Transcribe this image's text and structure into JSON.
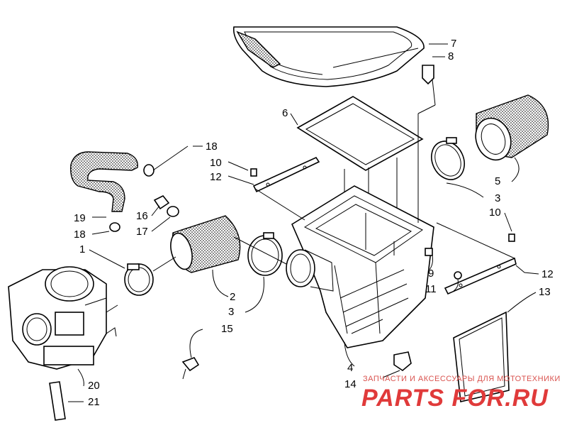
{
  "diagram": {
    "callouts": [
      {
        "id": "c7",
        "text": "7"
      },
      {
        "id": "c8",
        "text": "8"
      },
      {
        "id": "c6",
        "text": "6"
      },
      {
        "id": "c18a",
        "text": "18"
      },
      {
        "id": "c10a",
        "text": "10"
      },
      {
        "id": "c12a",
        "text": "12"
      },
      {
        "id": "c5",
        "text": "5"
      },
      {
        "id": "c3a",
        "text": "3"
      },
      {
        "id": "c19",
        "text": "19"
      },
      {
        "id": "c18b",
        "text": "18"
      },
      {
        "id": "c16",
        "text": "16"
      },
      {
        "id": "c17",
        "text": "17"
      },
      {
        "id": "c10b",
        "text": "10"
      },
      {
        "id": "c1",
        "text": "1"
      },
      {
        "id": "c9",
        "text": "9"
      },
      {
        "id": "c12b",
        "text": "12"
      },
      {
        "id": "c11",
        "text": "11"
      },
      {
        "id": "c13",
        "text": "13"
      },
      {
        "id": "c2",
        "text": "2"
      },
      {
        "id": "c3b",
        "text": "3"
      },
      {
        "id": "c15",
        "text": "15"
      },
      {
        "id": "c4",
        "text": "4"
      },
      {
        "id": "c14",
        "text": "14"
      },
      {
        "id": "c20",
        "text": "20"
      },
      {
        "id": "c21",
        "text": "21"
      }
    ]
  },
  "watermark": {
    "caption": "ЗАПЧАСТИ И АКСЕССУАРЫ ДЛЯ МОТОТЕХНИКИ",
    "logo": "PARTS FOR.RU",
    "color": "#e03a3a"
  }
}
